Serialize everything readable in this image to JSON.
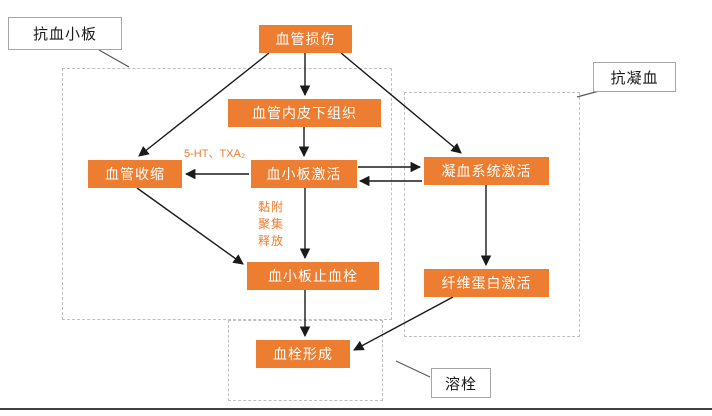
{
  "diagram": {
    "nodes": {
      "vascular_injury": "血管损伤",
      "subendothelial_tissue": "血管内皮下组织",
      "vasoconstriction": "血管收缩",
      "platelet_activation": "血小板激活",
      "coagulation_activation": "凝血系统激活",
      "platelet_plug": "血小板止血栓",
      "fibrin_activation": "纤维蛋白激活",
      "thrombus_formation": "血栓形成"
    },
    "callouts": {
      "antiplatelet": "抗血小板",
      "anticoagulation": "抗凝血",
      "thrombolysis": "溶栓"
    },
    "annotations": {
      "mediators": "5-HT、TXA₂",
      "steps": [
        "黏附",
        "聚集",
        "释放"
      ]
    },
    "colors": {
      "node_fill": "#ED7D31",
      "node_text": "#FFFFFF",
      "arrow": "#1A1A1A",
      "dashed_outline": "#BFBFBF",
      "callout_border": "#A6A6A6"
    }
  }
}
